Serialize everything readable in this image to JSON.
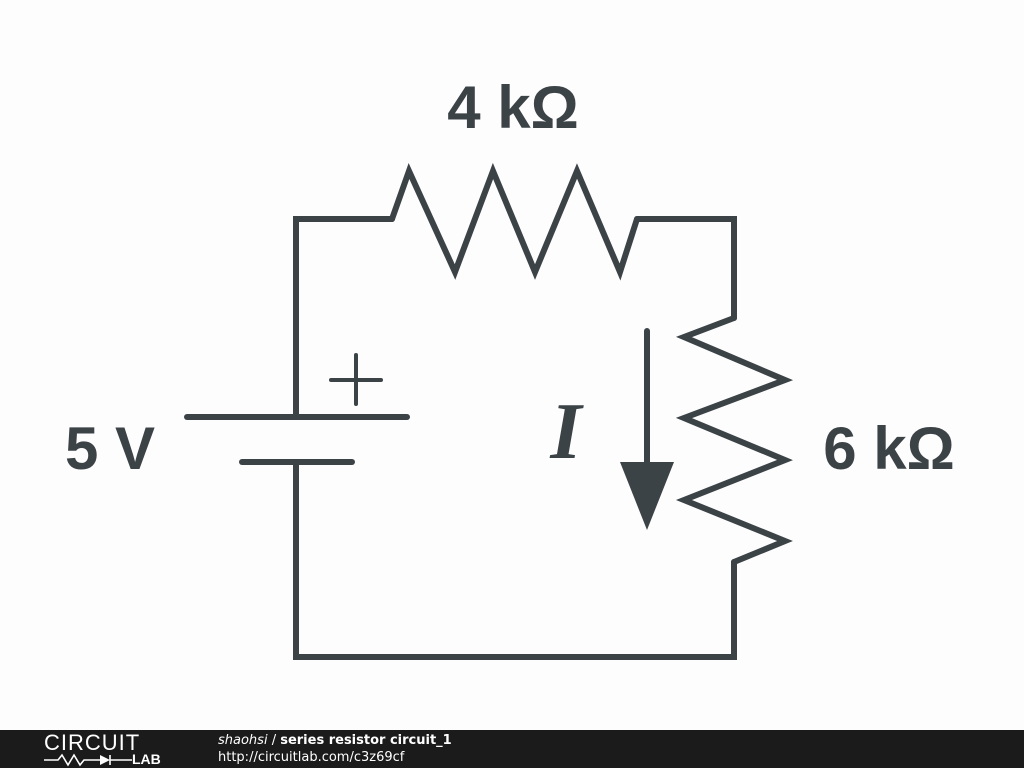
{
  "diagram": {
    "resistor_top_label": "4 kΩ",
    "resistor_right_label": "6 kΩ",
    "source_label": "5 V",
    "polarity_label": "+",
    "current_label": "I",
    "colors": {
      "ink": "#3c4347",
      "background": "#fdfdfd"
    }
  },
  "footer": {
    "logo_top": "CIRCUIT",
    "logo_bottom": "LAB",
    "author": "shaohsi",
    "separator": " / ",
    "title": "series resistor circuit_1",
    "url": "http://circuitlab.com/c3z69cf",
    "colors": {
      "background": "#1b1b1b",
      "text": "#ffffff"
    }
  }
}
